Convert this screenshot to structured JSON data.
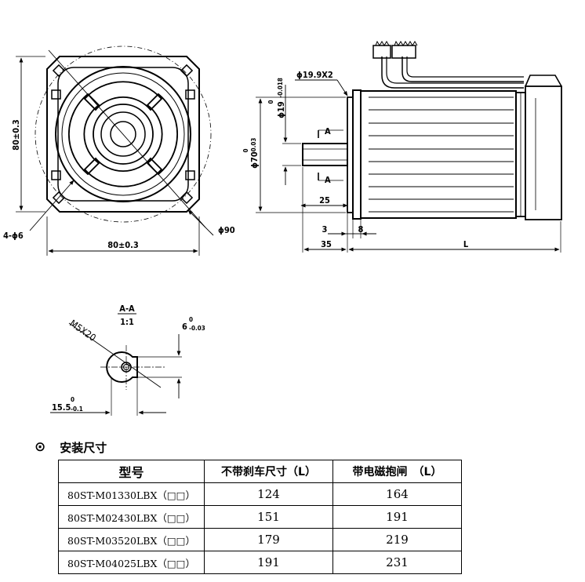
{
  "front_view": {
    "side_label": "80±0.3",
    "bottom_label": "80±0.3",
    "holes_label": "4-ϕ6",
    "circle_label": "ϕ90"
  },
  "side_view": {
    "shaft_len_label": "ϕ19.9X2",
    "shaft_dia_label": "ϕ19",
    "shaft_dia_tol_top": "0",
    "shaft_dia_tol_bot": "-0.018",
    "pilot_label": "ϕ70",
    "pilot_tol_top": "0",
    "pilot_tol_bot": "-0.03",
    "section_mark_a_top": "A",
    "section_mark_a_bot": "A",
    "key_len_label": "25",
    "dim_3": "3",
    "dim_8": "8",
    "dim_35": "35",
    "dim_L": "L"
  },
  "section_view": {
    "title": "A-A",
    "scale": "1:1",
    "thread_label": "M5X20",
    "key_width_label": "6",
    "key_width_tol_top": "0",
    "key_width_tol_bot": "-0.03",
    "key_depth_label": "15.5",
    "key_depth_tol_top": "0",
    "key_depth_tol_bot": "-0.1"
  },
  "section_header": {
    "bullet": "⊙",
    "title": "安装尺寸"
  },
  "table": {
    "headers": [
      "型号",
      "不带刹车尺寸（L）",
      "带电磁抱闸　（L）"
    ],
    "rows": [
      {
        "model": "80ST-M01330LBX（□□）",
        "no_brake": "124",
        "with_brake": "164"
      },
      {
        "model": "80ST-M02430LBX（□□）",
        "no_brake": "151",
        "with_brake": "191"
      },
      {
        "model": "80ST-M03520LBX（□□）",
        "no_brake": "179",
        "with_brake": "219"
      },
      {
        "model": "80ST-M04025LBX（□□）",
        "no_brake": "191",
        "with_brake": "231"
      }
    ]
  }
}
